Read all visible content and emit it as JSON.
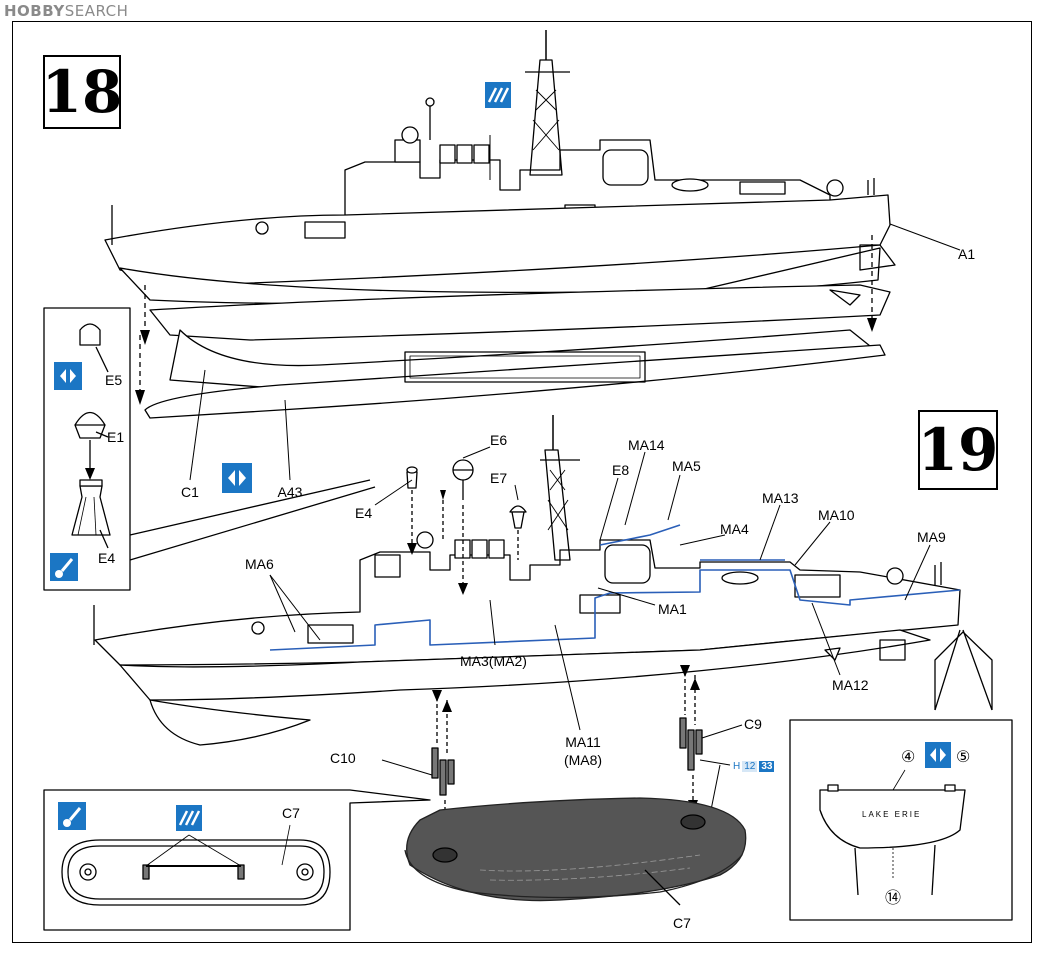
{
  "watermark": {
    "brand": "HOBBY",
    "suffix": "SEARCH"
  },
  "steps": {
    "step18": "18",
    "step19": "19"
  },
  "labels": {
    "A1": "A1",
    "C1": "C1",
    "A43": "A43",
    "E5": "E5",
    "E1": "E1",
    "E4_inset": "E4",
    "E6": "E6",
    "E7": "E7",
    "E8": "E8",
    "E4": "E4",
    "MA14": "MA14",
    "MA5": "MA5",
    "MA4": "MA4",
    "MA13": "MA13",
    "MA10": "MA10",
    "MA9": "MA9",
    "MA6": "MA6",
    "MA1": "MA1",
    "MA3": "MA3(MA2)",
    "MA11": "MA11",
    "MA8": "(MA8)",
    "MA12": "MA12",
    "C9": "C9",
    "C10": "C10",
    "C7_left": "C7",
    "C7_stand": "C7"
  },
  "stern_inset": {
    "n4": "④",
    "n5": "⑤",
    "n14": "⑭",
    "name": "LAKE ERIE"
  },
  "paint_tag": {
    "h": "H",
    "v1": "12",
    "v2": "33"
  },
  "colors": {
    "accent": "#1b76c4",
    "blueline": "#2a5fb8",
    "stand": "#555555"
  },
  "icons": [
    "symmetry-icon",
    "paint-drop-icon",
    "stripe-decal-icon"
  ]
}
